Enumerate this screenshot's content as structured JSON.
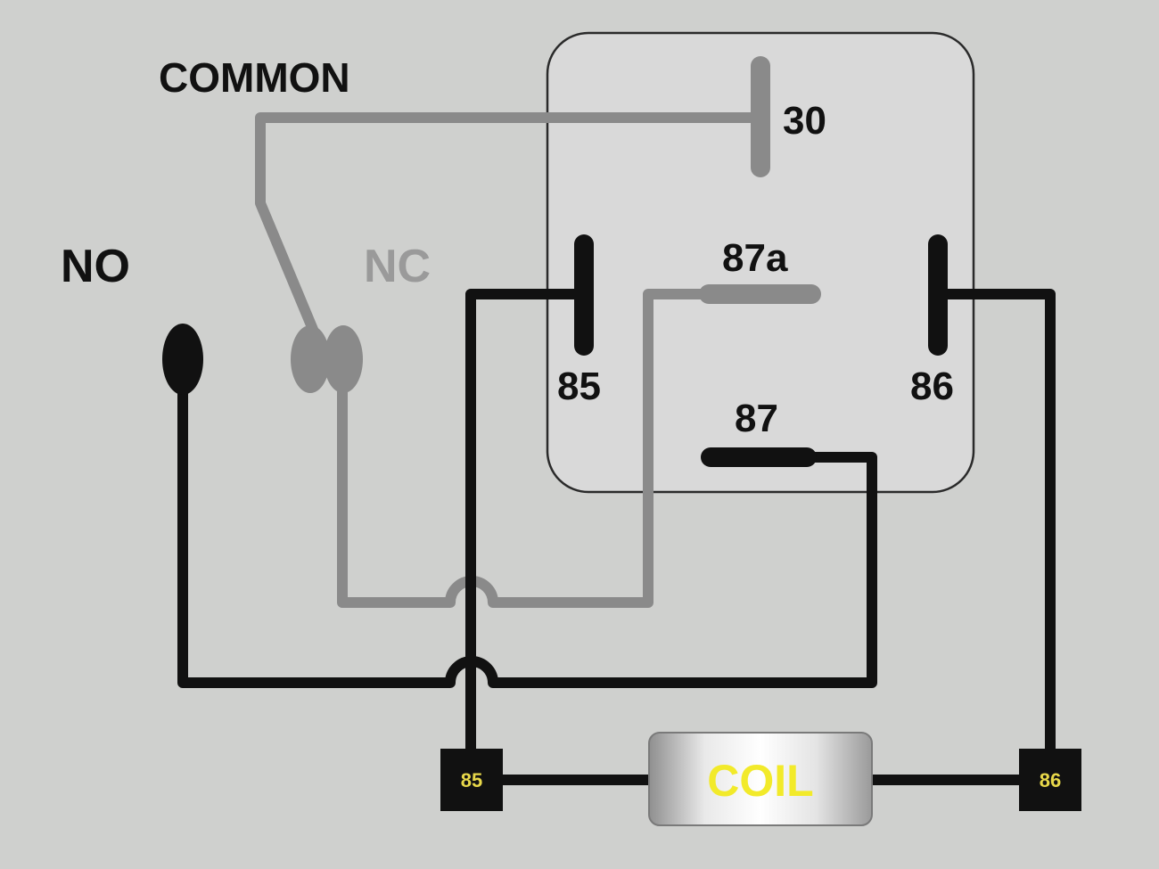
{
  "labels": {
    "common": "COMMON",
    "no": "NO",
    "nc": "NC",
    "pin_30": "30",
    "pin_87a": "87a",
    "pin_85": "85",
    "pin_86": "86",
    "pin_87": "87",
    "coil": "COIL",
    "terminal_85": "85",
    "terminal_86": "86"
  },
  "colors": {
    "background": "#cfd0ce",
    "relay_body": "#d9d9d9",
    "black_wire": "#111111",
    "gray_wire": "#8a8a8a",
    "nc_label": "#9a9a9a",
    "coil_text": "#f2ea2a",
    "terminal_text": "#e8d84a"
  }
}
